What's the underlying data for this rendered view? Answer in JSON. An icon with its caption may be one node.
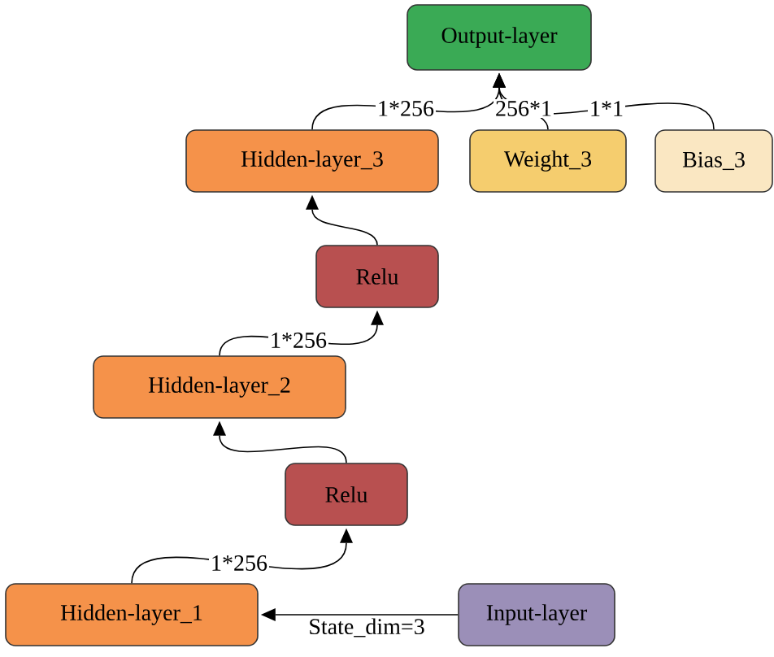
{
  "diagram": {
    "nodes": [
      {
        "text": [
          "Output-layer"
        ]
      },
      {
        "text": [
          "Hidden-layer_3"
        ]
      },
      {
        "text": [
          "Weight_3"
        ]
      },
      {
        "text": [
          "Bias_3"
        ]
      },
      {
        "text": [
          "Relu"
        ]
      },
      {
        "text": [
          "Hidden-layer_2"
        ]
      },
      {
        "text": [
          "Relu"
        ]
      },
      {
        "text": [
          "Hidden-layer_1"
        ]
      },
      {
        "text": [
          "Input-layer"
        ]
      }
    ],
    "edges": [
      {
        "from": 8,
        "to": 7,
        "arrow": "to",
        "label": "State_dim=3"
      },
      {
        "from": 7,
        "to": 6,
        "arrow": "to",
        "label": "1*256"
      },
      {
        "from": 6,
        "to": 5,
        "arrow": "to"
      },
      {
        "from": 5,
        "to": 4,
        "arrow": "to",
        "label": "1*256"
      },
      {
        "from": 4,
        "to": 1,
        "arrow": "to"
      },
      {
        "from": 1,
        "to": 0,
        "arrow": "to",
        "label": "1*256"
      },
      {
        "from": 2,
        "to": 0,
        "arrow": "to",
        "label": "256*1"
      },
      {
        "from": 3,
        "to": 0,
        "arrow": "to",
        "label": "1*1"
      }
    ]
  }
}
